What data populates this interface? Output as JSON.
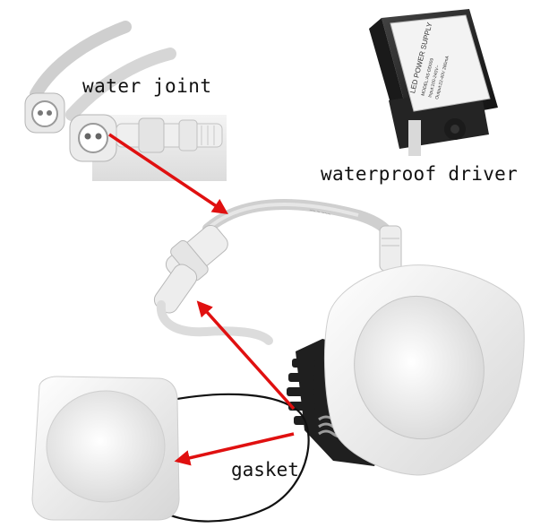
{
  "labels": {
    "water_joint": "water joint",
    "driver": "waterproof driver",
    "gasket": "gasket"
  },
  "driver_label_text": {
    "line1": "LED POWER SUPPLY",
    "line2": "MODEL:AS-DD009",
    "line3": "Input:100-240V~",
    "line4": "Output:22-40V 280mA"
  },
  "colors": {
    "arrow": "#e01010",
    "fixture": "#f2f2f2",
    "heatsink": "#1e1e1e",
    "driver_body": "#2a2a2a"
  }
}
